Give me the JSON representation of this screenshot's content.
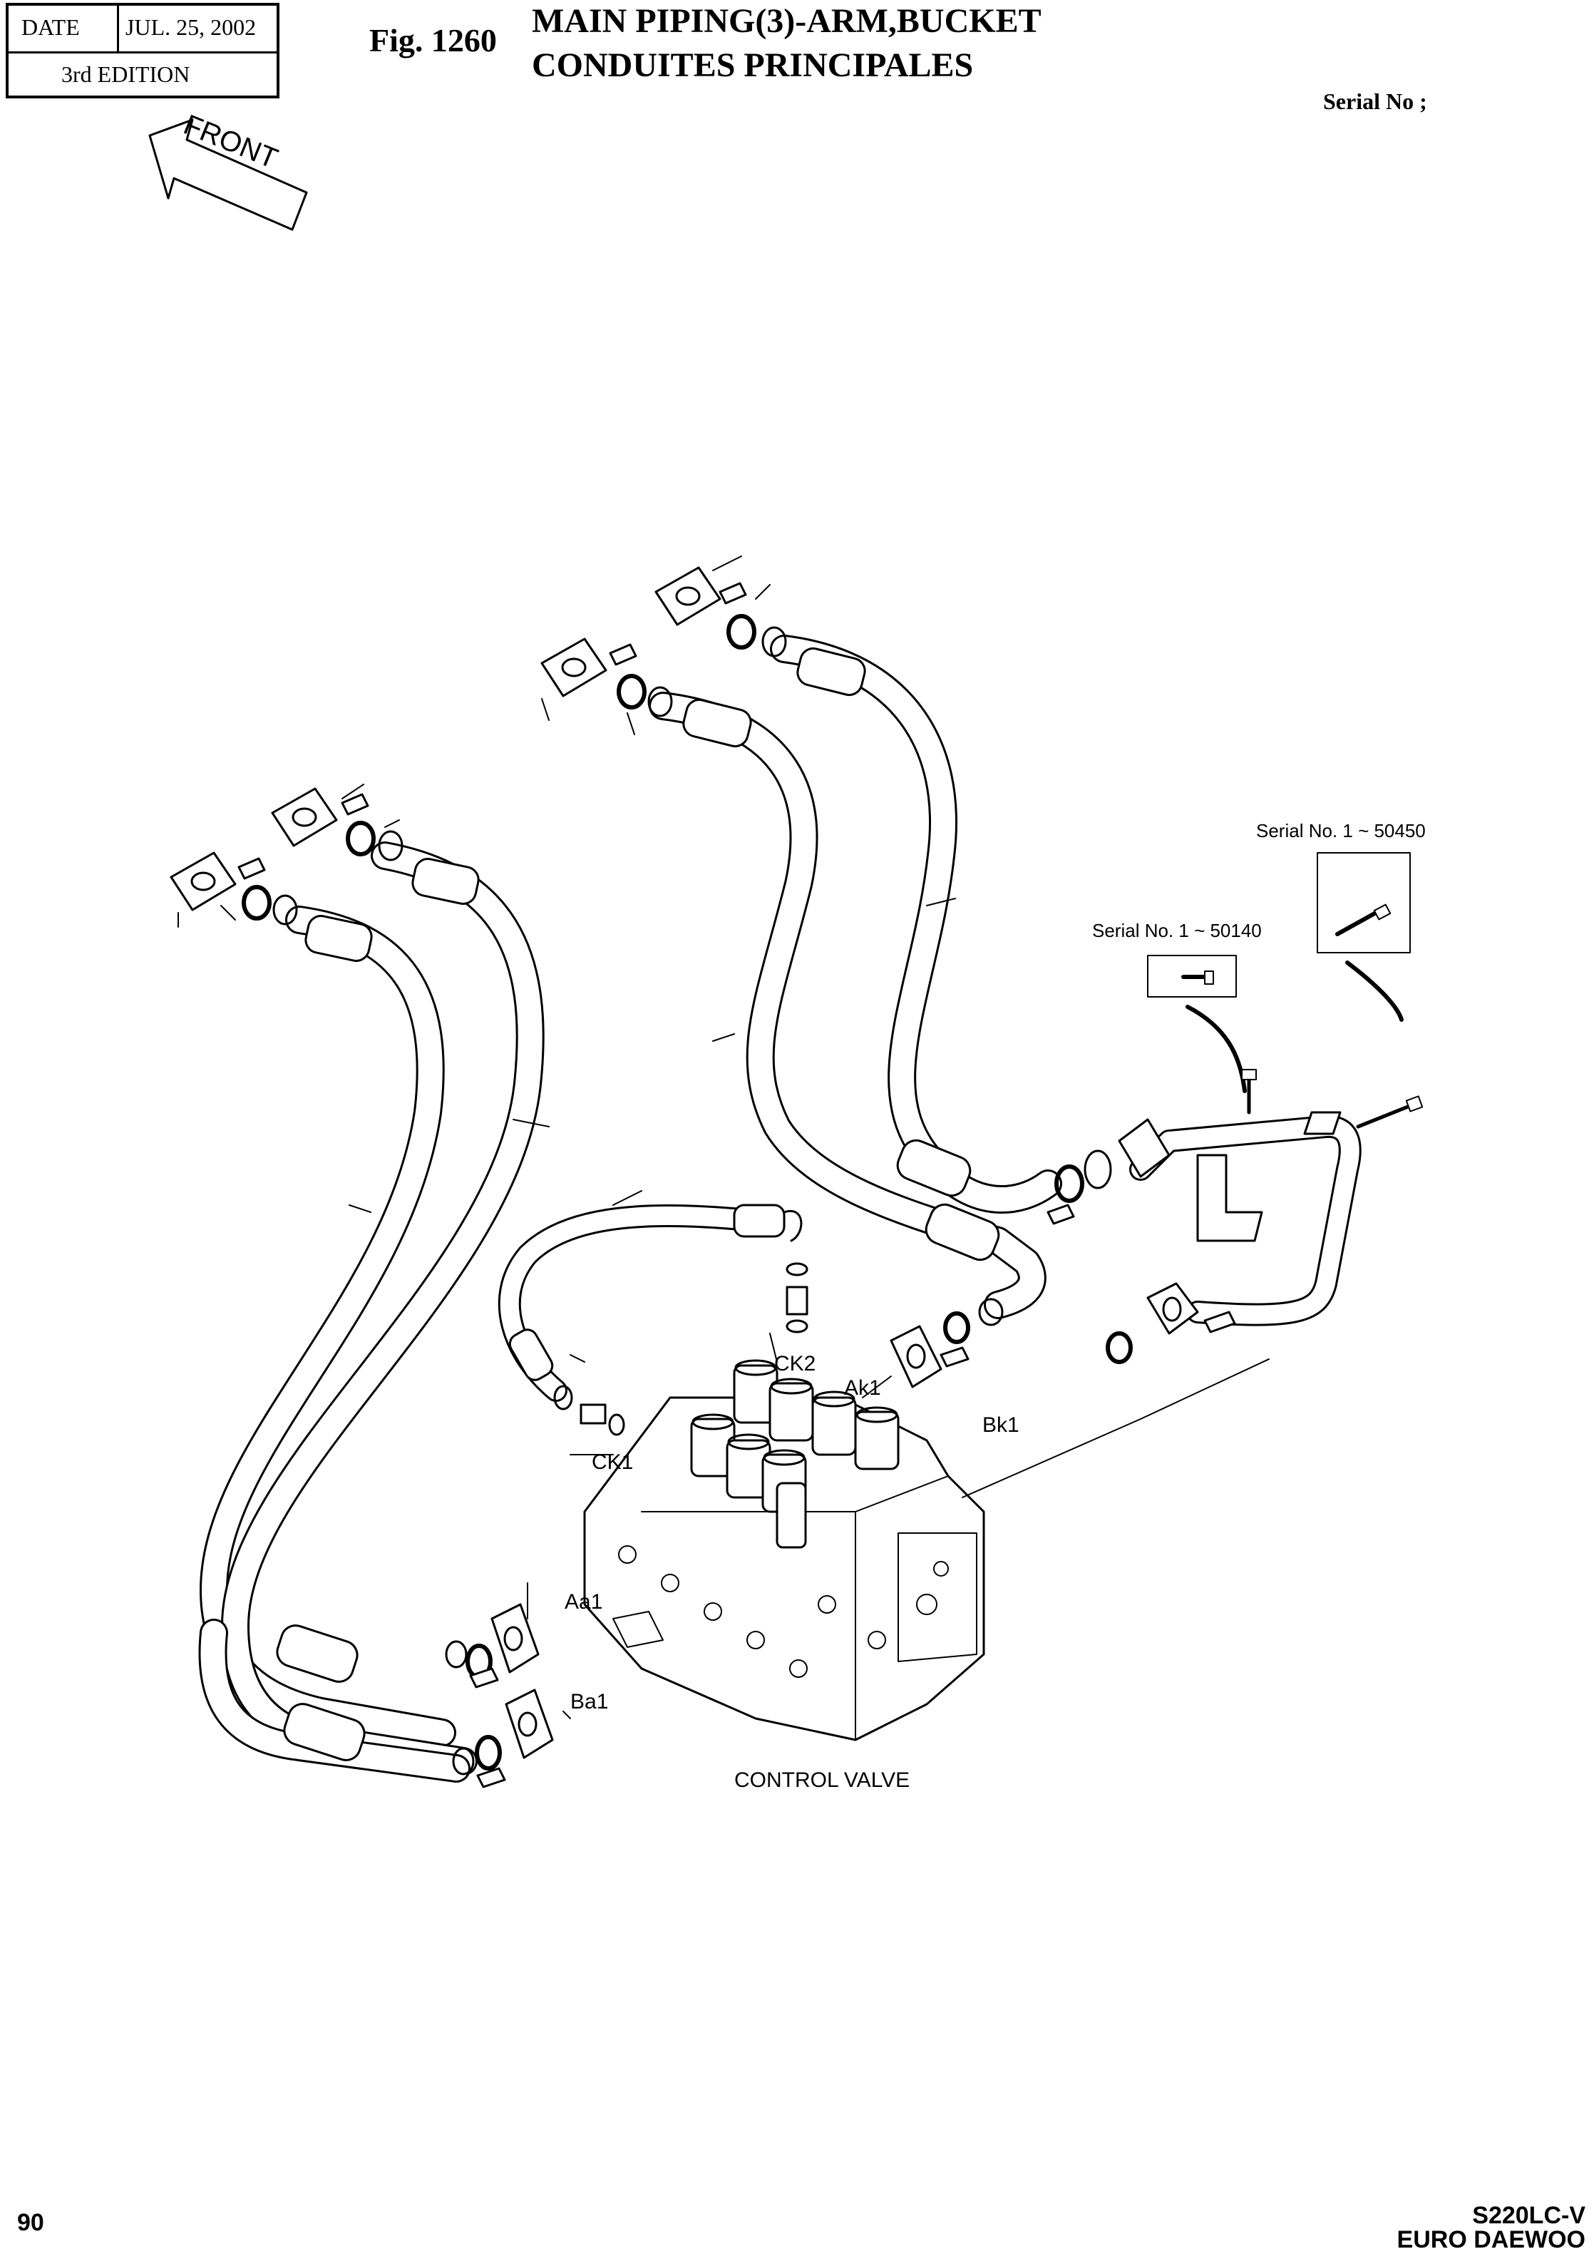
{
  "header": {
    "date_label": "DATE",
    "date_value": "JUL. 25, 2002",
    "edition": "3rd EDITION",
    "figure_number": "Fig. 1260",
    "title_en": "MAIN PIPING(3)-ARM,BUCKET",
    "title_fr": "CONDUITES PRINCIPALES",
    "serial_label": "Serial No ;"
  },
  "diagram": {
    "front_arrow_label": "FRONT",
    "serial_note_1": "Serial No. 1 ~ 50450",
    "serial_note_2": "Serial No. 1 ~ 50140",
    "port_labels": {
      "ck2": "CK2",
      "ak1": "Ak1",
      "bk1": "Bk1",
      "ck1": "CK1",
      "aa1": "Aa1",
      "ba1": "Ba1"
    },
    "component_label": "CONTROL VALVE"
  },
  "footer": {
    "page_number": "90",
    "model": "S220LC-V",
    "maker": "EURO DAEWOO"
  }
}
